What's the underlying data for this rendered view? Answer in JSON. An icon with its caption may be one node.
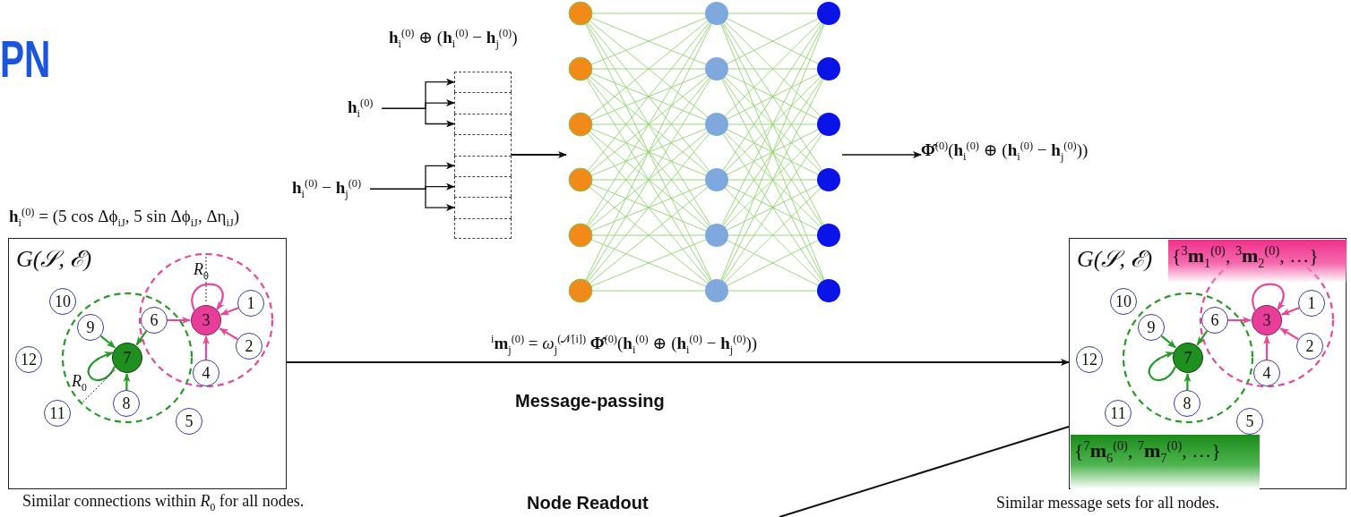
{
  "diagram": {
    "title": "PN",
    "nodes": [
      {
        "text": [
          "G(𝒮, ℰ)"
        ],
        "beside": [
          "Similar connections within *R*$_{0}$ for all nodes."
        ]
      },
      {
        "text": [
          "1"
        ],
        "in": 0
      },
      {
        "text": [
          "2"
        ],
        "in": 0
      },
      {
        "text": [
          "3"
        ],
        "in": 0
      },
      {
        "text": [
          "4"
        ],
        "in": 0
      },
      {
        "text": [
          "5"
        ],
        "in": 0
      },
      {
        "text": [
          "6"
        ],
        "in": 0
      },
      {
        "text": [
          "7"
        ],
        "in": 0
      },
      {
        "text": [
          "8"
        ],
        "in": 0
      },
      {
        "text": [
          "9"
        ],
        "in": 0
      },
      {
        "text": [
          "10"
        ],
        "in": 0
      },
      {
        "text": [
          "11"
        ],
        "in": 0
      },
      {
        "text": [
          "12"
        ],
        "in": 0
      },
      {
        "text": [
          "G(𝒮, ℰ)"
        ],
        "beside": [
          "Similar message sets for all nodes."
        ]
      },
      {
        "text": [
          "{$^{3}$**m**$_{1}$$^{(0)}$, $^{3}$**m**$_{2}$$^{(0)}$, …}"
        ],
        "in": 13
      },
      {
        "text": [
          "1"
        ],
        "in": 13
      },
      {
        "text": [
          "2"
        ],
        "in": 13
      },
      {
        "text": [
          "3"
        ],
        "in": 13
      },
      {
        "text": [
          "4"
        ],
        "in": 13
      },
      {
        "text": [
          "5"
        ],
        "in": 13
      },
      {
        "text": [
          "6"
        ],
        "in": 13
      },
      {
        "text": [
          "7"
        ],
        "in": 13
      },
      {
        "text": [
          "8"
        ],
        "in": 13
      },
      {
        "text": [
          "9"
        ],
        "in": 13
      },
      {
        "text": [
          "10"
        ],
        "in": 13
      },
      {
        "text": [
          "11"
        ],
        "in": 13
      },
      {
        "text": [
          "12"
        ],
        "in": 13
      },
      {
        "text": [
          "{$^{7}$**m**$_{6}$$^{(0)}$, $^{7}$**m**$_{7}$$^{(0)}$, …}"
        ],
        "in": 13
      },
      {
        "text": [
          "**h**$_{i}$$^{(0)}$"
        ]
      },
      {
        "text": [
          "**h**$_{i}$$^{(0)}$ − **h**$_{j}$$^{(0)}$"
        ]
      },
      {
        "text": [
          "**h**$_{i}$$^{(0)}$ ⊕ (**h**$_{i}$$^{(0)}$ − **h**$_{j}$$^{(0)}$)"
        ]
      },
      {
        "text": [],
        "shape": "box",
        "in": 30
      },
      {
        "text": [],
        "shape": "box",
        "in": 30
      },
      {
        "text": [],
        "shape": "box",
        "in": 30
      },
      {
        "text": [],
        "shape": "box",
        "in": 30
      },
      {
        "text": [],
        "shape": "box",
        "in": 30
      },
      {
        "text": [],
        "shape": "box",
        "in": 30
      },
      {
        "text": [],
        "shape": "box",
        "in": 30
      },
      {
        "text": [],
        "shape": "box",
        "in": 30
      },
      {
        "text": [],
        "shape": "picture"
      },
      {
        "text": [
          "**Φ̂**$^{(0)}$(**h**$_{i}$$^{(0)}$ ⊕ (**h**$_{i}$$^{(0)}$ − **h**$_{j}$$^{(0)}$))"
        ]
      }
    ],
    "edges": [
      {
        "from": 1,
        "to": 3,
        "arrow": "to",
        "color": "#e8489a"
      },
      {
        "from": 2,
        "to": 3,
        "arrow": "to",
        "color": "#e8489a"
      },
      {
        "from": 4,
        "to": 3,
        "arrow": "to",
        "color": "#e8489a"
      },
      {
        "from": 6,
        "to": 3,
        "arrow": "to",
        "color": "#e8489a"
      },
      {
        "from": 3,
        "to": 3,
        "arrow": "to",
        "color": "#e8489a"
      },
      {
        "from": 9,
        "to": 7,
        "arrow": "to",
        "color": "#259a25"
      },
      {
        "from": 6,
        "to": 7,
        "arrow": "to",
        "color": "#259a25"
      },
      {
        "from": 8,
        "to": 7,
        "arrow": "to",
        "color": "#259a25"
      },
      {
        "from": 7,
        "to": 7,
        "arrow": "to",
        "color": "#259a25"
      },
      {
        "from": 15,
        "to": 17,
        "arrow": "to",
        "color": "#e8489a"
      },
      {
        "from": 16,
        "to": 17,
        "arrow": "to",
        "color": "#e8489a"
      },
      {
        "from": 18,
        "to": 17,
        "arrow": "to",
        "color": "#e8489a"
      },
      {
        "from": 20,
        "to": 17,
        "arrow": "to",
        "color": "#e8489a"
      },
      {
        "from": 17,
        "to": 17,
        "arrow": "to",
        "color": "#e8489a"
      },
      {
        "from": 23,
        "to": 21,
        "arrow": "to",
        "color": "#259a25"
      },
      {
        "from": 20,
        "to": 21,
        "arrow": "to",
        "color": "#259a25"
      },
      {
        "from": 22,
        "to": 21,
        "arrow": "to",
        "color": "#259a25"
      },
      {
        "from": 21,
        "to": 21,
        "arrow": "to",
        "color": "#259a25"
      },
      {
        "from": 28,
        "to": 31,
        "arrow": "to",
        "color": "#111111"
      },
      {
        "from": 28,
        "to": 32,
        "arrow": "to",
        "color": "#111111"
      },
      {
        "from": 28,
        "to": 33,
        "arrow": "to",
        "color": "#111111"
      },
      {
        "from": 29,
        "to": 35,
        "arrow": "to",
        "color": "#111111"
      },
      {
        "from": 29,
        "to": 36,
        "arrow": "to",
        "color": "#111111"
      },
      {
        "from": 29,
        "to": 37,
        "arrow": "to",
        "color": "#111111"
      },
      {
        "from": 30,
        "to": 39,
        "arrow": "to",
        "color": "#111111"
      },
      {
        "from": 39,
        "to": 40,
        "arrow": "to",
        "color": "#111111"
      },
      {
        "from": 0,
        "to": 13,
        "arrow": "to",
        "color": "#111111",
        "label": "$^{i}$**m**$_{j}$$^{(0)}$ = *ω*$_{j}$$^{(𝒩[i])}$ **Φ̂**$^{(0)}$(**h**$_{i}$$^{(0)}$ ⊕ (**h**$_{i}$$^{(0)}$ − **h**$_{j}$$^{(0)}$))"
      },
      {
        "from": 13,
        "to": null,
        "arrow": "none",
        "color": "#111111"
      }
    ],
    "labels": [
      "**h**$_{i}$$^{(0)}$ = (5 cos Δϕ$_{iJ}$, 5 sin Δϕ$_{iJ}$, Δη$_{iJ}$)",
      "*R*$_{0}$",
      "*R*$_{0}$",
      "Message-passing",
      "Node Readout"
    ]
  }
}
